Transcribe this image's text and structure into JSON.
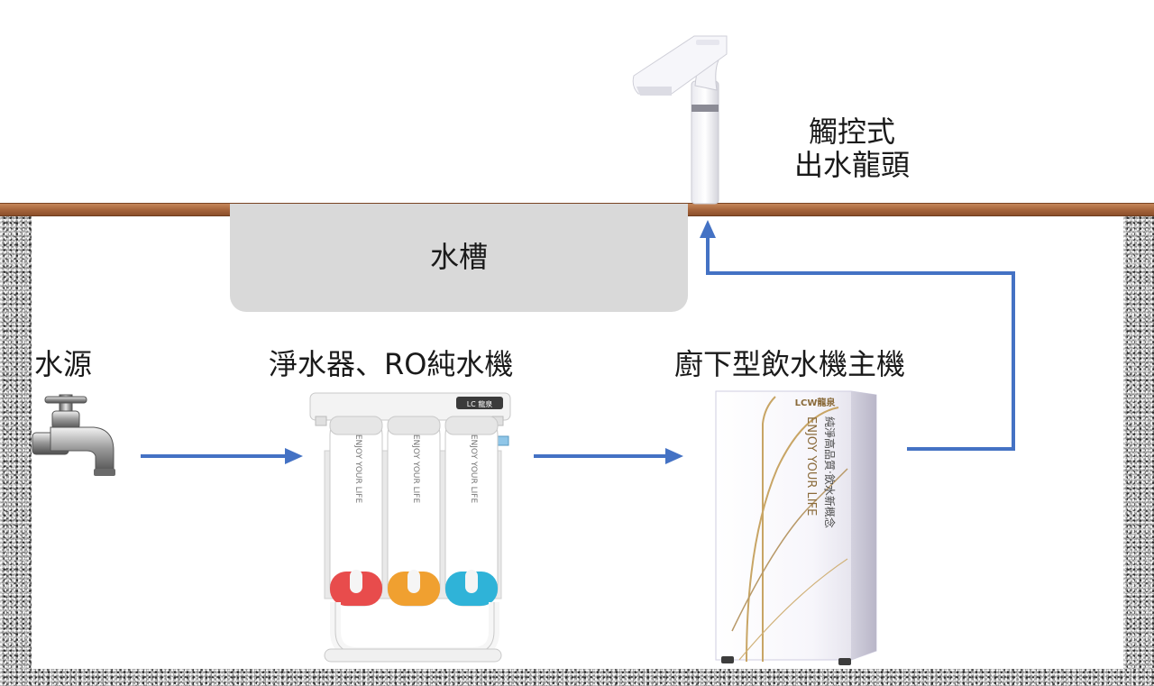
{
  "labels": {
    "sink": "水槽",
    "water_source": "水源",
    "ro_purifier": "淨水器、RO純水機",
    "main_unit": "廚下型飲水機主機",
    "touch_faucet_line1": "觸控式",
    "touch_faucet_line2": "出水龍頭"
  },
  "product_text": {
    "filter_brand": "LC 龍泉",
    "filter_slogan": "ENJOY YOUR LIFE",
    "cabinet_brand": "LCW龍泉",
    "cabinet_slogan": "ENJOY YOUR LIFE",
    "cabinet_tagline": "純淨高品質‧飲水新概念"
  },
  "colors": {
    "arrow": "#4472c4",
    "counter_wood": "#a4633a",
    "sink": "#d9d9d9",
    "filter_red": "#e84c4c",
    "filter_orange": "#f0a030",
    "filter_blue": "#2fb3d8"
  }
}
